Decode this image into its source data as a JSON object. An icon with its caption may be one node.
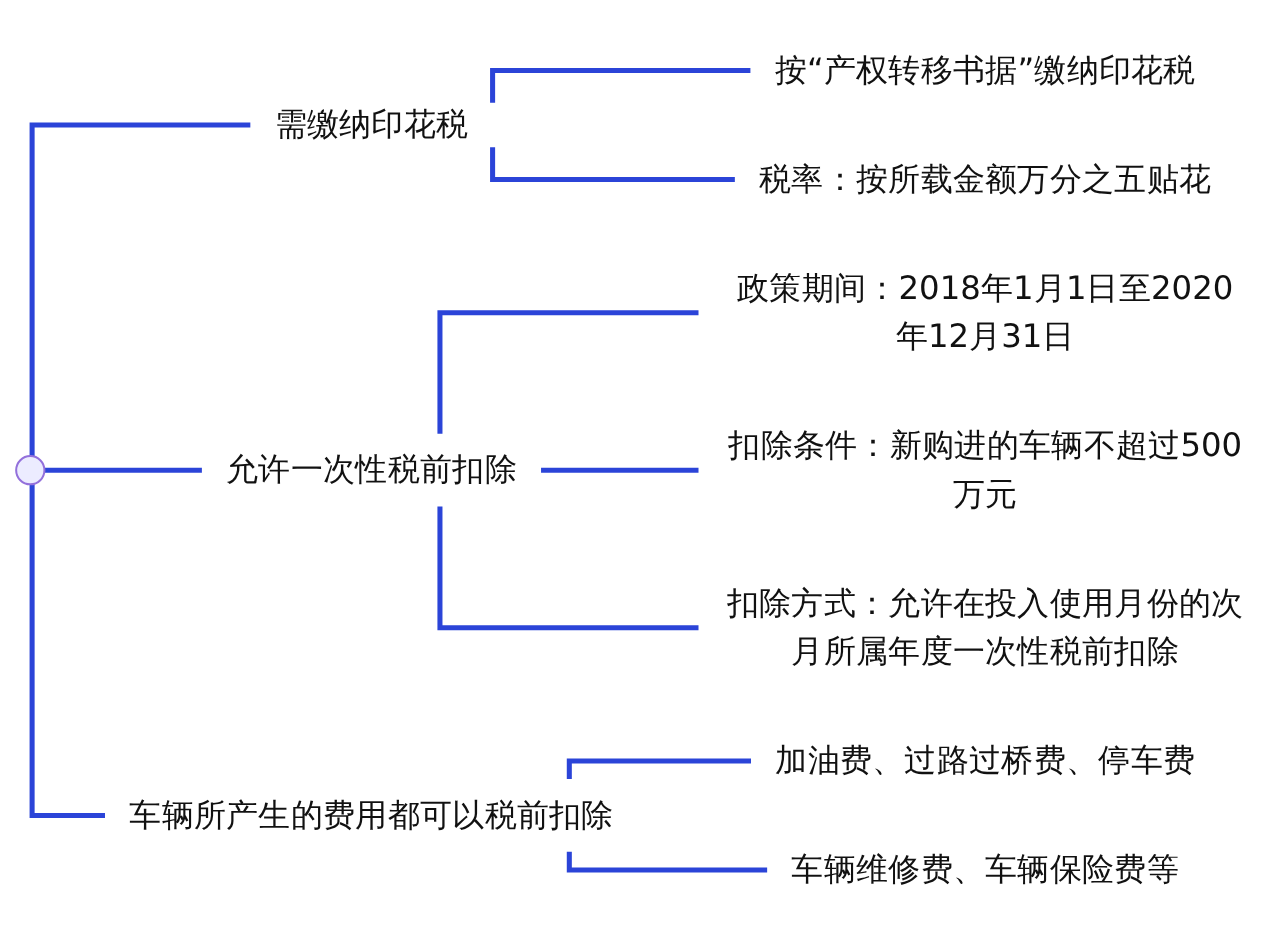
{
  "diagram": {
    "nodes": [
      {
        "text": [
          "需缴纳印花税"
        ]
      },
      {
        "text": [
          "按“产权转移书据”缴纳印花税"
        ]
      },
      {
        "text": [
          "税率：按所载金额万分之五贴花"
        ]
      },
      {
        "text": [
          "允许一次性税前扣除"
        ]
      },
      {
        "text": [
          "政策期间：2018年1月1日至2020年12月31日"
        ]
      },
      {
        "text": [
          "扣除条件：新购进的车辆不超过500万元"
        ]
      },
      {
        "text": [
          "扣除方式：允许在投入使用月份的次月所属年度一次性税前扣除"
        ]
      },
      {
        "text": [
          "车辆所产生的费用都可以税前扣除"
        ]
      },
      {
        "text": [
          "加油费、过路过桥费、停车费"
        ]
      },
      {
        "text": [
          "车辆维修费、车辆保险费等"
        ]
      }
    ],
    "edges": [
      {
        "from": null,
        "to": 0,
        "arrow": "none"
      },
      {
        "from": null,
        "to": 3,
        "arrow": "none"
      },
      {
        "from": null,
        "to": 7,
        "arrow": "none"
      },
      {
        "from": 0,
        "to": 1,
        "arrow": "none"
      },
      {
        "from": 0,
        "to": 2,
        "arrow": "none"
      },
      {
        "from": 3,
        "to": 4,
        "arrow": "none"
      },
      {
        "from": 3,
        "to": 5,
        "arrow": "none"
      },
      {
        "from": 3,
        "to": 6,
        "arrow": "none"
      },
      {
        "from": 7,
        "to": 8,
        "arrow": "none"
      },
      {
        "from": 7,
        "to": 9,
        "arrow": "none"
      }
    ]
  }
}
